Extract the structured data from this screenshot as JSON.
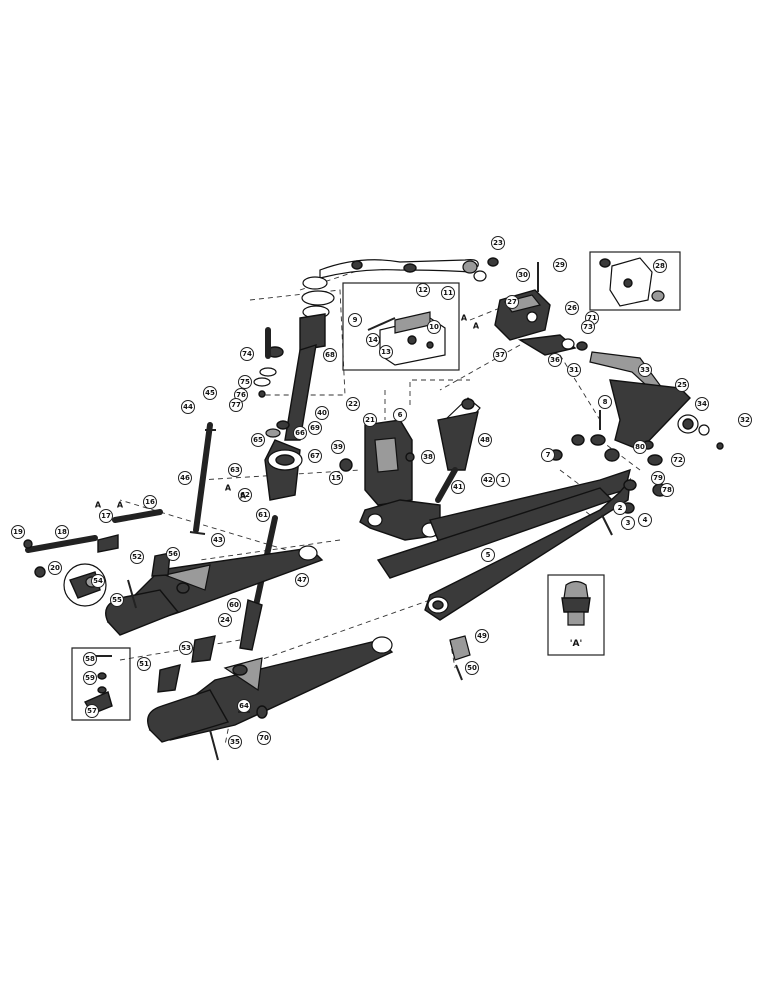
{
  "figure": {
    "callouts": [
      "1",
      "2",
      "3",
      "4",
      "5",
      "6",
      "7",
      "8",
      "9",
      "10",
      "11",
      "12",
      "13",
      "14",
      "15",
      "16",
      "17",
      "18",
      "19",
      "20",
      "21",
      "22",
      "23",
      "24",
      "25",
      "26",
      "27",
      "28",
      "29",
      "30",
      "31",
      "32",
      "33",
      "34",
      "35",
      "36",
      "37",
      "38",
      "39",
      "40",
      "41",
      "42",
      "43",
      "44",
      "45",
      "46",
      "47",
      "48",
      "49",
      "50",
      "51",
      "52",
      "53",
      "54",
      "55",
      "56",
      "57",
      "58",
      "59",
      "60",
      "61",
      "62",
      "63",
      "64",
      "65",
      "66",
      "67",
      "68",
      "69",
      "70",
      "71",
      "72",
      "73",
      "74",
      "75",
      "76",
      "77",
      "78",
      "79",
      "80"
    ],
    "letter_marker": "A",
    "fitting_inset_label": "'A'",
    "colors": {
      "ink": "#111111",
      "part_fill": "#3a3a3a",
      "highlight": "#9a9a9a",
      "paper": "#ffffff"
    }
  }
}
